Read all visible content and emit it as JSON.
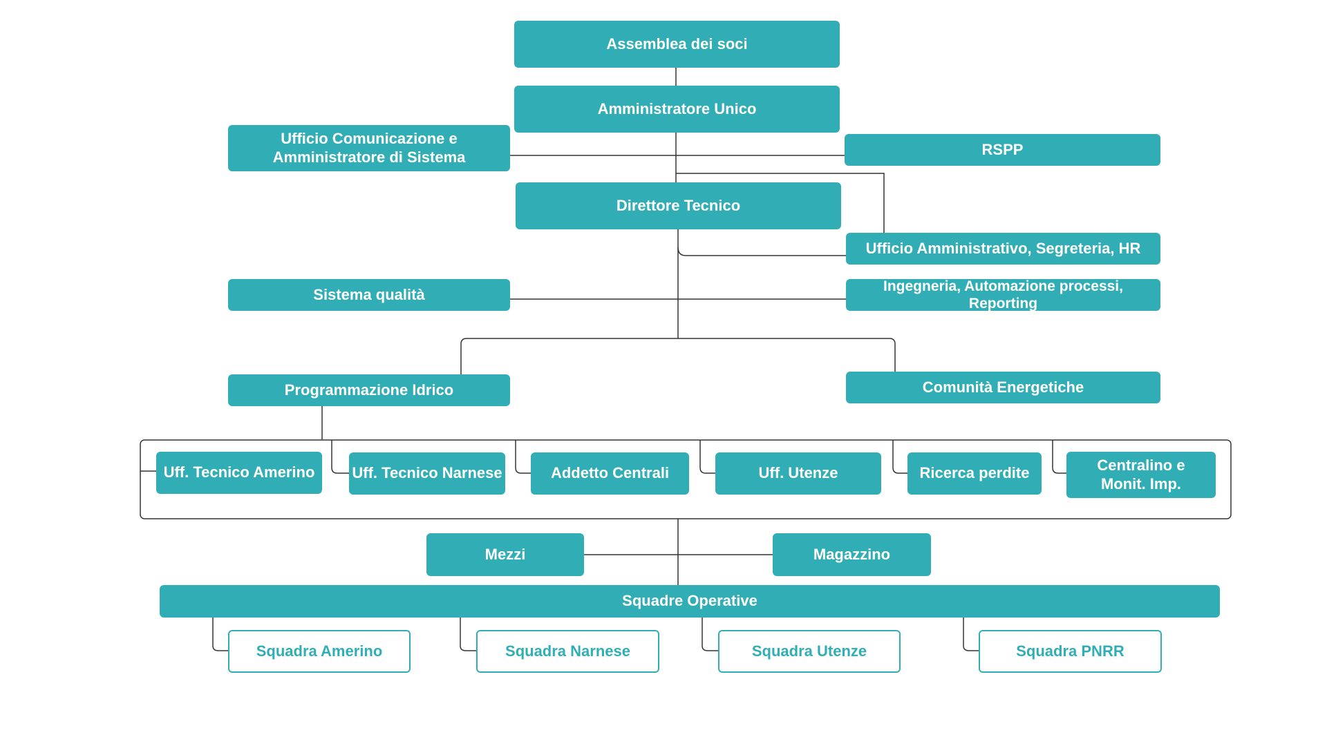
{
  "diagram": {
    "colors": {
      "accent": "#31aeb5",
      "line": "#333333",
      "background": "#ffffff"
    },
    "nodes": {
      "assemblea": "Assemblea dei soci",
      "amministratore": "Amministratore Unico",
      "ufficio_comunicazione": "Ufficio Comunicazione e\nAmministratore di Sistema",
      "rspp": "RSPP",
      "direttore": "Direttore Tecnico",
      "ufficio_amministrativo": "Ufficio Amministrativo, Segreteria, HR",
      "sistema_qualita": "Sistema qualità",
      "ingegneria": "Ingegneria, Automazione processi, Reporting",
      "programmazione_idrico": "Programmazione Idrico",
      "comunita_energetiche": "Comunità Energetiche",
      "uff_tecnico_amerino": "Uff. Tecnico Amerino",
      "uff_tecnico_narnese": "Uff. Tecnico Narnese",
      "addetto_centrali": "Addetto Centrali",
      "uff_utenze": "Uff. Utenze",
      "ricerca_perdite": "Ricerca perdite",
      "centralino": "Centralino e\nMonit. Imp.",
      "mezzi": "Mezzi",
      "magazzino": "Magazzino",
      "squadre_operative": "Squadre Operative",
      "squadra_amerino": "Squadra Amerino",
      "squadra_narnese": "Squadra Narnese",
      "squadra_utenze": "Squadra Utenze",
      "squadra_pnrr": "Squadra PNRR"
    }
  }
}
